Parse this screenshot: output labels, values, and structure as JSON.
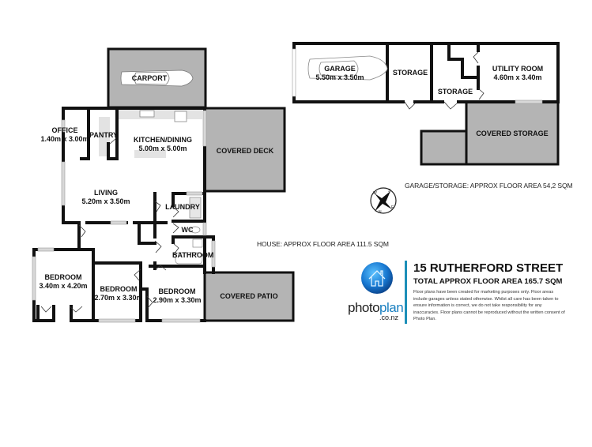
{
  "title": "15 RUTHERFORD STREET",
  "total_area": "TOTAL APPROX FLOOR AREA 165.7 SQM",
  "disclaimer": "Floor plans have been created for marketing purposes only. Floor areas include garages unless stated otherwise. Whilst all care has been taken to ensure information is correct, we do not take responsibility for any inaccuracies. Floor plans cannot be reproduced without the written consent of Photo Plan.",
  "house_area_note": "HOUSE: APPROX FLOOR AREA 111.5 SQM",
  "garage_area_note": "GARAGE/STORAGE: APPROX FLOOR AREA 54,2 SQM",
  "logo": {
    "brand_a": "photo",
    "brand_b": "plan",
    "domain": ".co.nz",
    "icon": "house-globe-icon"
  },
  "compass": {
    "labels": [
      "N",
      "S",
      "E",
      "W"
    ]
  },
  "colors": {
    "accent": "#1c8fb8",
    "wall": "#111111",
    "covered": "#b4b4b4",
    "window": "#d0d0d0"
  },
  "house": {
    "rooms": [
      {
        "id": "carport",
        "name": "CARPORT",
        "dims": ""
      },
      {
        "id": "office",
        "name": "OFFICE",
        "dims": "1.40m  x 3.00m"
      },
      {
        "id": "pantry",
        "name": "PANTRY",
        "dims": ""
      },
      {
        "id": "kitchen",
        "name": "KITCHEN/DINING",
        "dims": "5.00m  x 5.00m"
      },
      {
        "id": "covered-deck",
        "name": "COVERED DECK",
        "dims": ""
      },
      {
        "id": "living",
        "name": "LIVING",
        "dims": "5.20m  x 3.50m"
      },
      {
        "id": "laundry",
        "name": "LAUNDRY",
        "dims": ""
      },
      {
        "id": "wc",
        "name": "WC",
        "dims": ""
      },
      {
        "id": "bathroom",
        "name": "BATHROOM",
        "dims": ""
      },
      {
        "id": "bedroom1",
        "name": "BEDROOM",
        "dims": "3.40m  x 4.20m"
      },
      {
        "id": "bedroom2",
        "name": "BEDROOM",
        "dims": "2.70m  x 3.30m"
      },
      {
        "id": "bedroom3",
        "name": "BEDROOM",
        "dims": "2.90m  x 3.30m"
      },
      {
        "id": "covered-patio",
        "name": "COVERED PATIO",
        "dims": ""
      }
    ]
  },
  "garage": {
    "rooms": [
      {
        "id": "garage",
        "name": "GARAGE",
        "dims": "5.50m  x 3.50m"
      },
      {
        "id": "storage1",
        "name": "STORAGE",
        "dims": ""
      },
      {
        "id": "storage2",
        "name": "STORAGE",
        "dims": ""
      },
      {
        "id": "utility",
        "name": "UTILITY ROOM",
        "dims": "4.60m  x 3.40m"
      },
      {
        "id": "covered-storage",
        "name": "COVERED STORAGE",
        "dims": ""
      }
    ]
  }
}
